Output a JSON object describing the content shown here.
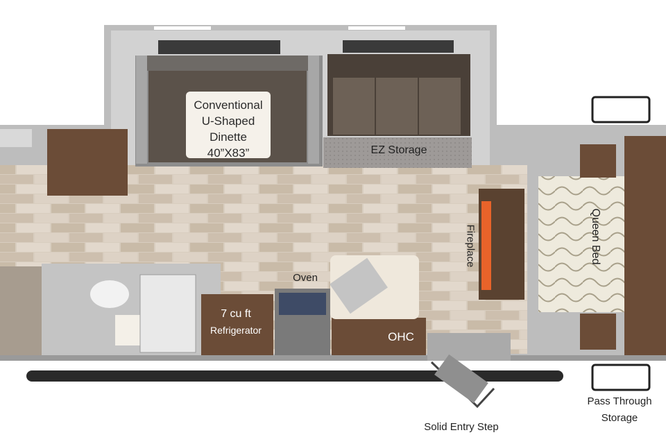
{
  "labels": {
    "dinette_line1": "Conventional",
    "dinette_line2": "U-Shaped",
    "dinette_line3": "Dinette",
    "dinette_size": "40”X83”",
    "ez_storage": "EZ Storage",
    "oven": "Oven",
    "fridge_line1": "7 cu ft",
    "fridge_line2": "Refrigerator",
    "ohc": "OHC",
    "fireplace": "Fireplace",
    "queen_bed": "Queen Bed",
    "entry_step": "Solid Entry Step",
    "storage_line1": "Pass Through",
    "storage_line2": "Storage"
  },
  "colors": {
    "wall": "#cfcfcf",
    "wall_dark": "#6f6f6f",
    "floor": "#d9cfc3",
    "cabinet": "#6b4c37",
    "sofa": "#4a4038",
    "counter": "#efe8dc",
    "fire": "#e8632a"
  }
}
